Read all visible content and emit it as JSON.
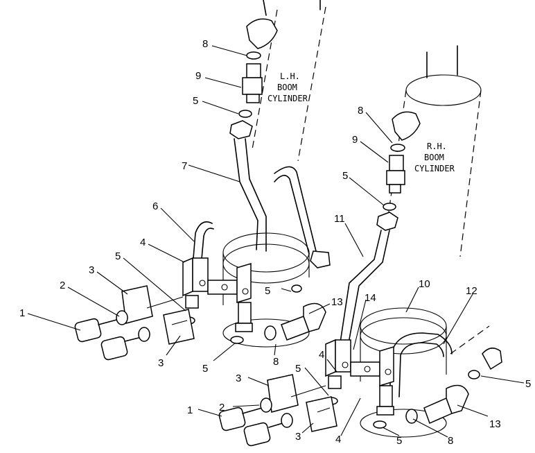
{
  "labels": {
    "lh_cylinder": [
      "L.H.",
      "BOOM",
      "CYLINDER"
    ],
    "rh_cylinder": [
      "R.H.",
      "BOOM",
      "CYLINDER"
    ]
  },
  "callouts": [
    "8",
    "9",
    "5",
    "7",
    "6",
    "4",
    "3",
    "5",
    "2",
    "1",
    "3",
    "5",
    "13",
    "14",
    "5",
    "8",
    "11",
    "10",
    "12",
    "9",
    "8",
    "5",
    "4",
    "5",
    "3",
    "2",
    "1",
    "3",
    "4",
    "5",
    "8",
    "13",
    "5"
  ],
  "colors": {
    "line": "#000000",
    "background": "#ffffff"
  }
}
